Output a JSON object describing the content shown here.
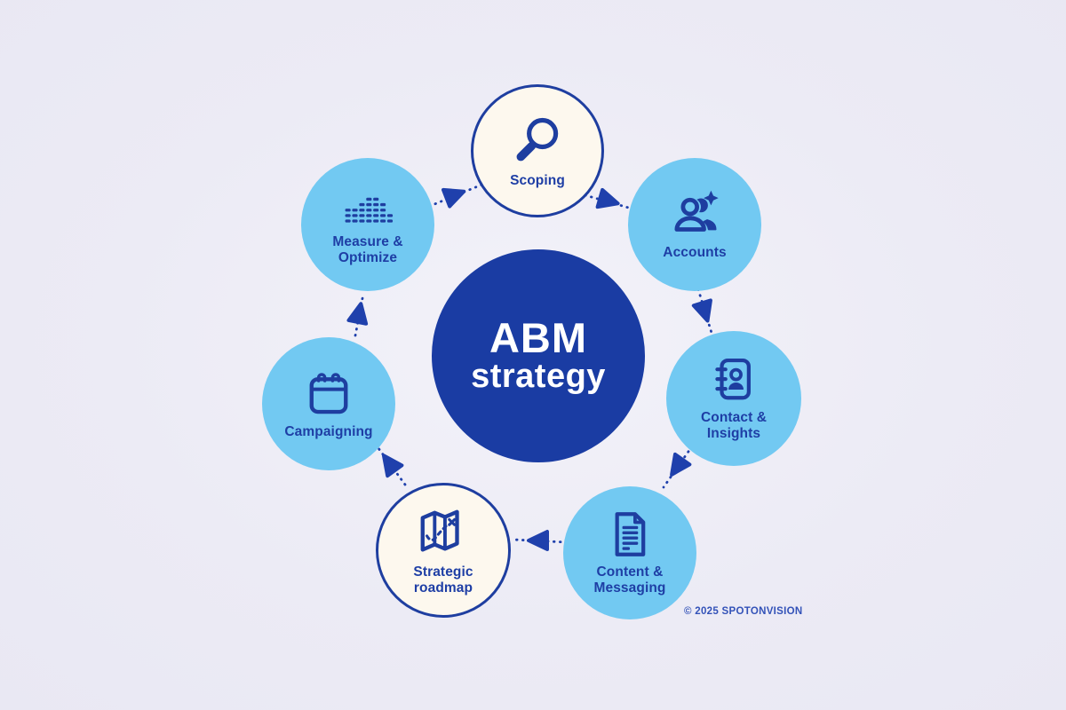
{
  "center": {
    "line1": "ABM",
    "line2": "strategy"
  },
  "nodes": [
    {
      "id": "scoping",
      "label": "Scoping",
      "icon": "magnifier-icon",
      "style": "cream"
    },
    {
      "id": "accounts",
      "label": "Accounts",
      "icon": "accounts-people-icon",
      "style": "blue"
    },
    {
      "id": "contact-insights",
      "label": "Contact &\nInsights",
      "icon": "address-book-icon",
      "style": "blue"
    },
    {
      "id": "content-messaging",
      "label": "Content &\nMessaging",
      "icon": "document-icon",
      "style": "blue"
    },
    {
      "id": "strategic-roadmap",
      "label": "Strategic\nroadmap",
      "icon": "map-icon",
      "style": "cream"
    },
    {
      "id": "campaigning",
      "label": "Campaigning",
      "icon": "calendar-icon",
      "style": "blue"
    },
    {
      "id": "measure-optimize",
      "label": "Measure &\nOptimize",
      "icon": "equalizer-icon",
      "style": "blue"
    }
  ],
  "flow": [
    "measure-optimize → scoping",
    "scoping → accounts",
    "accounts → contact-insights",
    "contact-insights → content-messaging",
    "content-messaging → strategic-roadmap",
    "strategic-roadmap → campaigning",
    "campaigning → measure-optimize"
  ],
  "footer": {
    "copyright": "© 2025 SPOTONVISION"
  },
  "colors": {
    "background": "#ECEBF5",
    "center_circle": "#1A3CA3",
    "node_blue": "#72C9F2",
    "node_cream": "#FDF8EE",
    "navy": "#1E3EA0",
    "label_text": "#1E3EA5",
    "arrow": "#1F40AC",
    "copyright_text": "#3352B8"
  }
}
